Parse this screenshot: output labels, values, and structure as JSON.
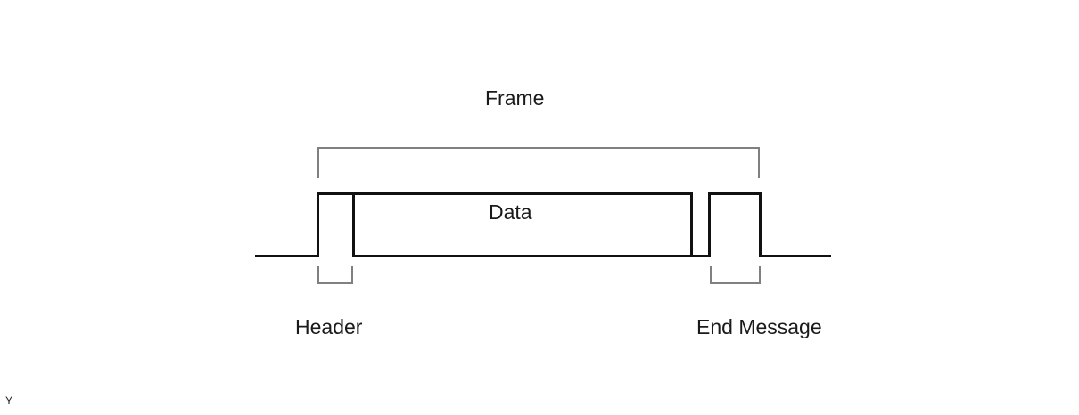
{
  "diagram": {
    "title_label": "Frame",
    "data_label": "Data",
    "header_label": "Header",
    "end_message_label": "End Message",
    "y_label": "Y",
    "colors": {
      "line": "#111111",
      "bracket": "#808080",
      "text": "#1a1a1a",
      "background": "#ffffff"
    }
  }
}
